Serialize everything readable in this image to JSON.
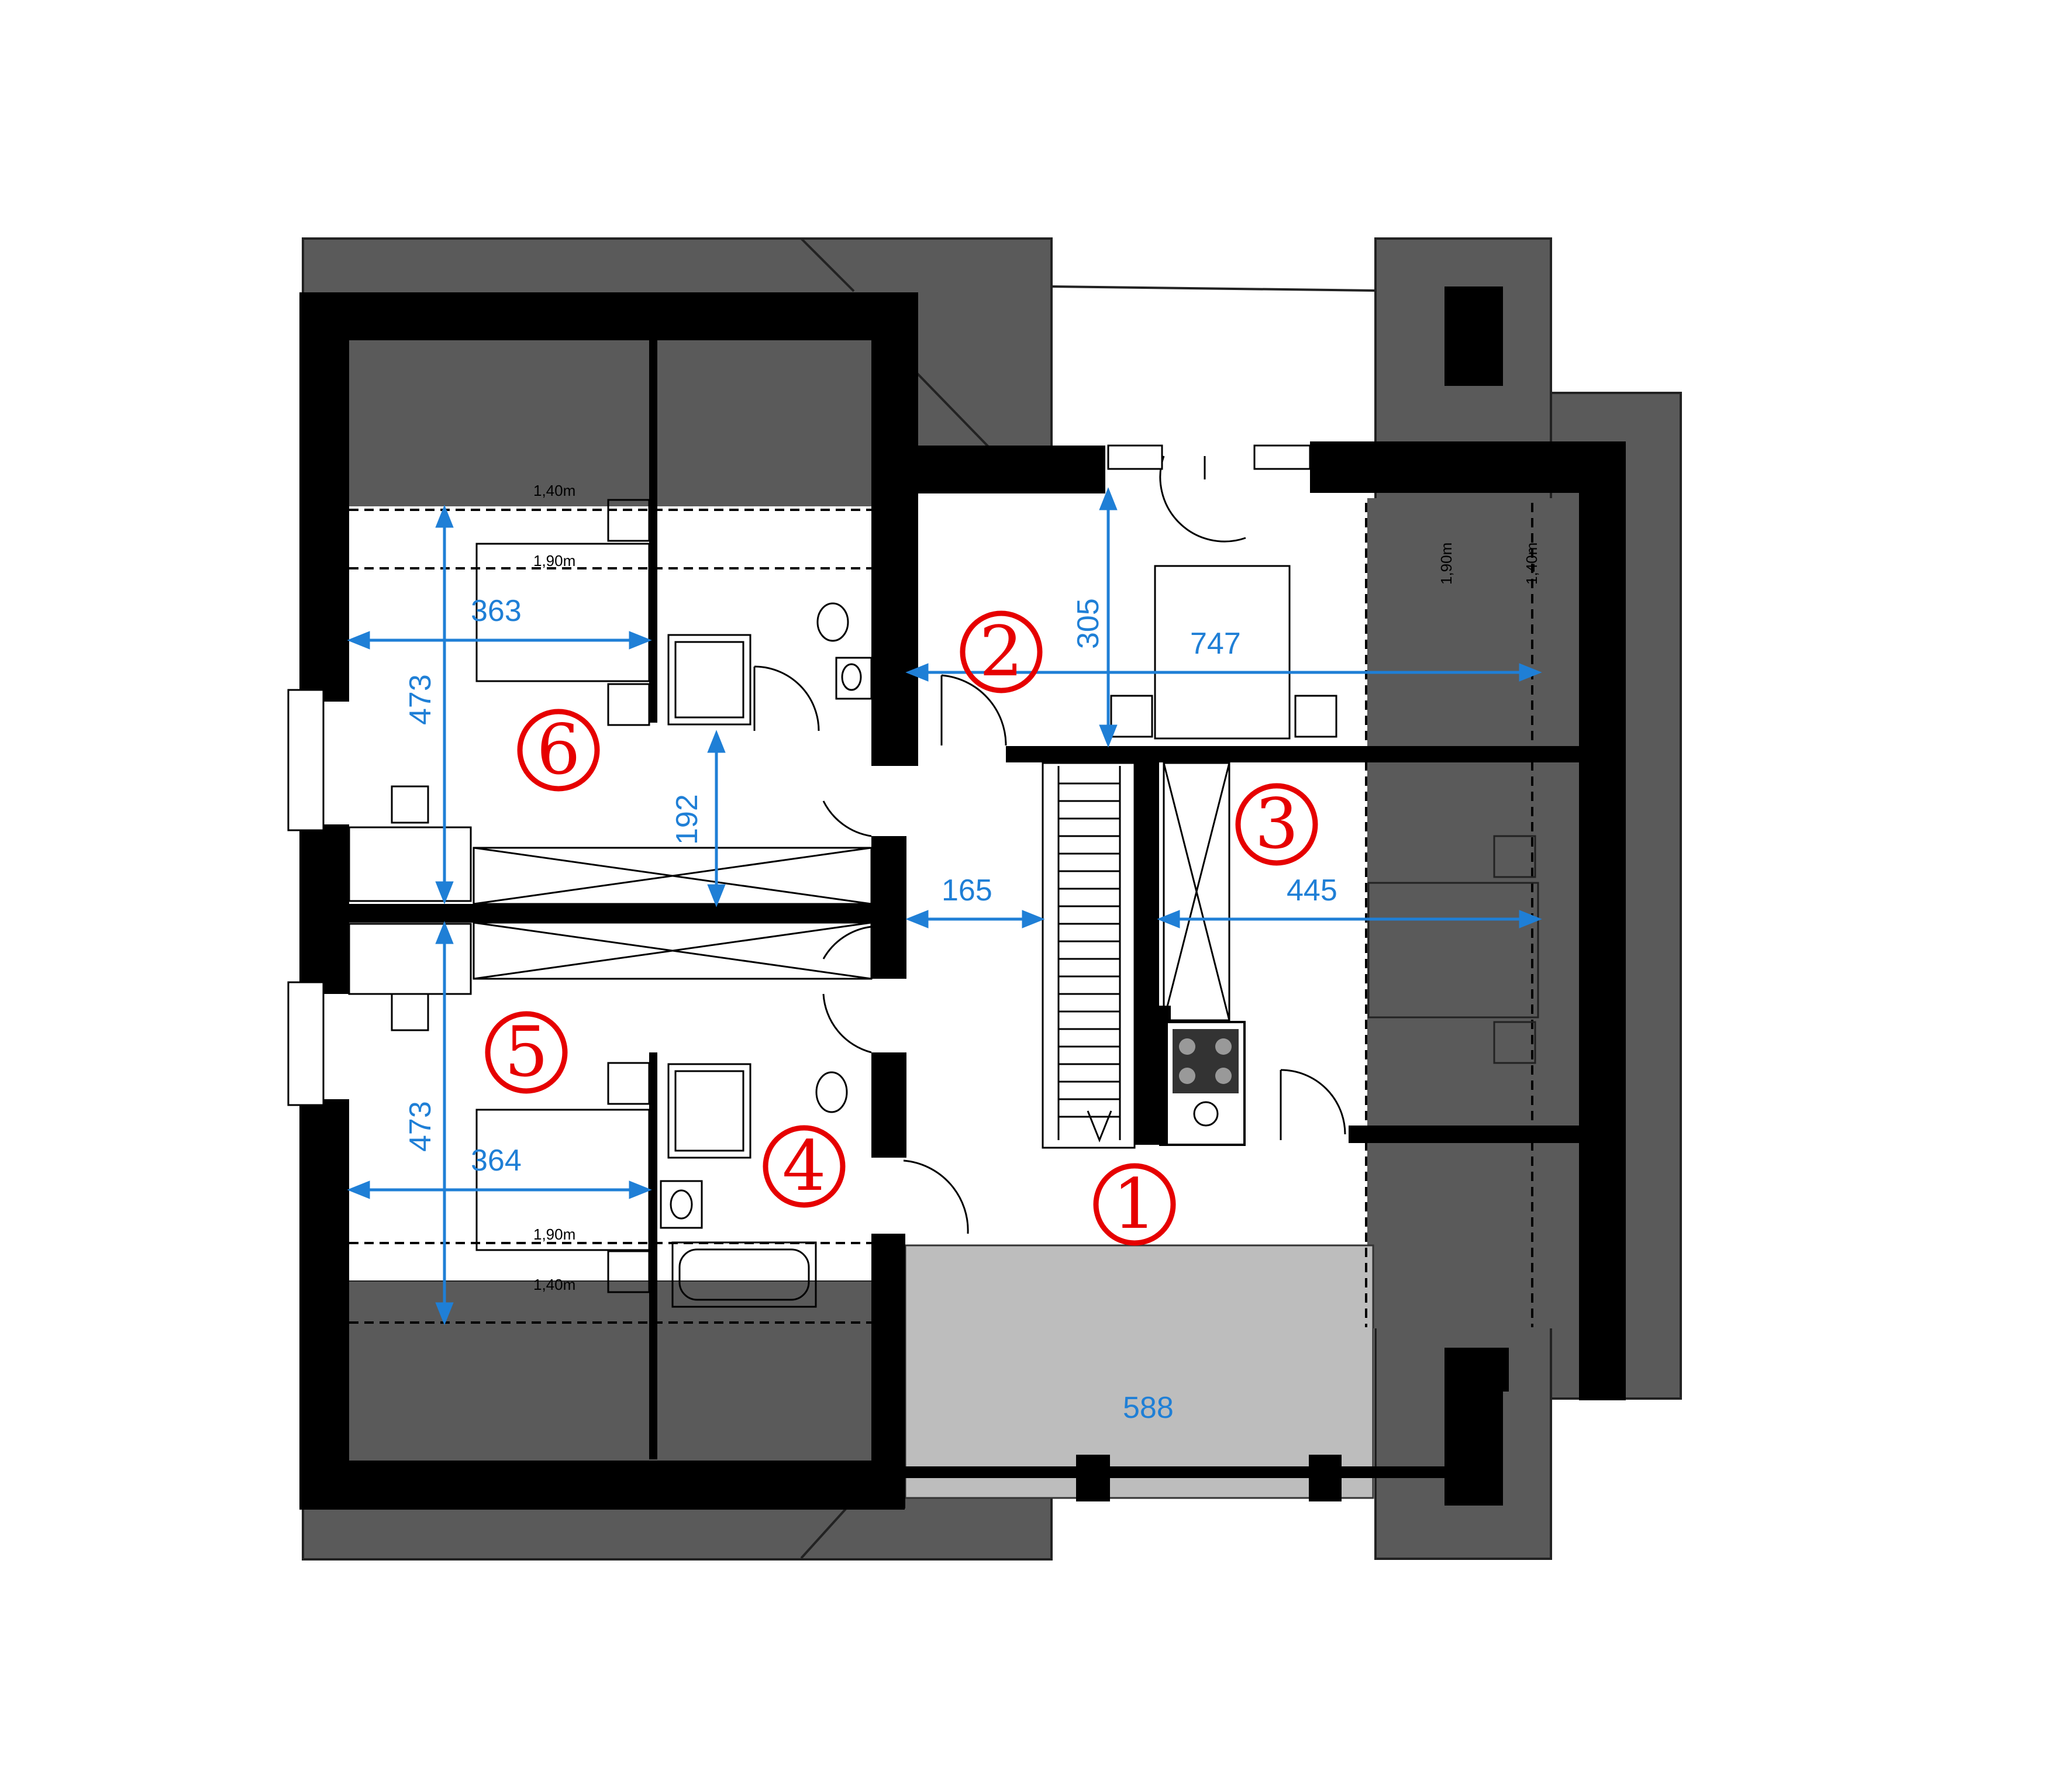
{
  "colors": {
    "roof": "#5a5a5a",
    "wall": "#000000",
    "dimension": "#1f7fd6",
    "room_number": "#e60000",
    "terrace": "#bdbdbd"
  },
  "rooms": [
    {
      "number": "1"
    },
    {
      "number": "2"
    },
    {
      "number": "3"
    },
    {
      "number": "4"
    },
    {
      "number": "5"
    },
    {
      "number": "6"
    }
  ],
  "dimensions": {
    "room6_width": "363",
    "room6_depth": "473",
    "wardrobe_depth": "192",
    "room5_depth": "473",
    "room5_width": "364",
    "corridor_width": "165",
    "room2_depth": "305",
    "room2_width": "747",
    "room3_width": "445",
    "terrace_width": "588"
  },
  "height_marks": {
    "top_left_140": "1,40m",
    "top_left_190": "1,90m",
    "bottom_left_190": "1,90m",
    "bottom_left_140": "1,40m",
    "right_190": "1,90m",
    "right_140": "1,40m"
  },
  "icons": [
    "stairs-icon",
    "door-swing-icon",
    "bed-icon",
    "toilet-icon",
    "sink-icon",
    "shower-icon",
    "bathtub-icon",
    "stove-icon",
    "wardrobe-icon",
    "window-icon"
  ]
}
